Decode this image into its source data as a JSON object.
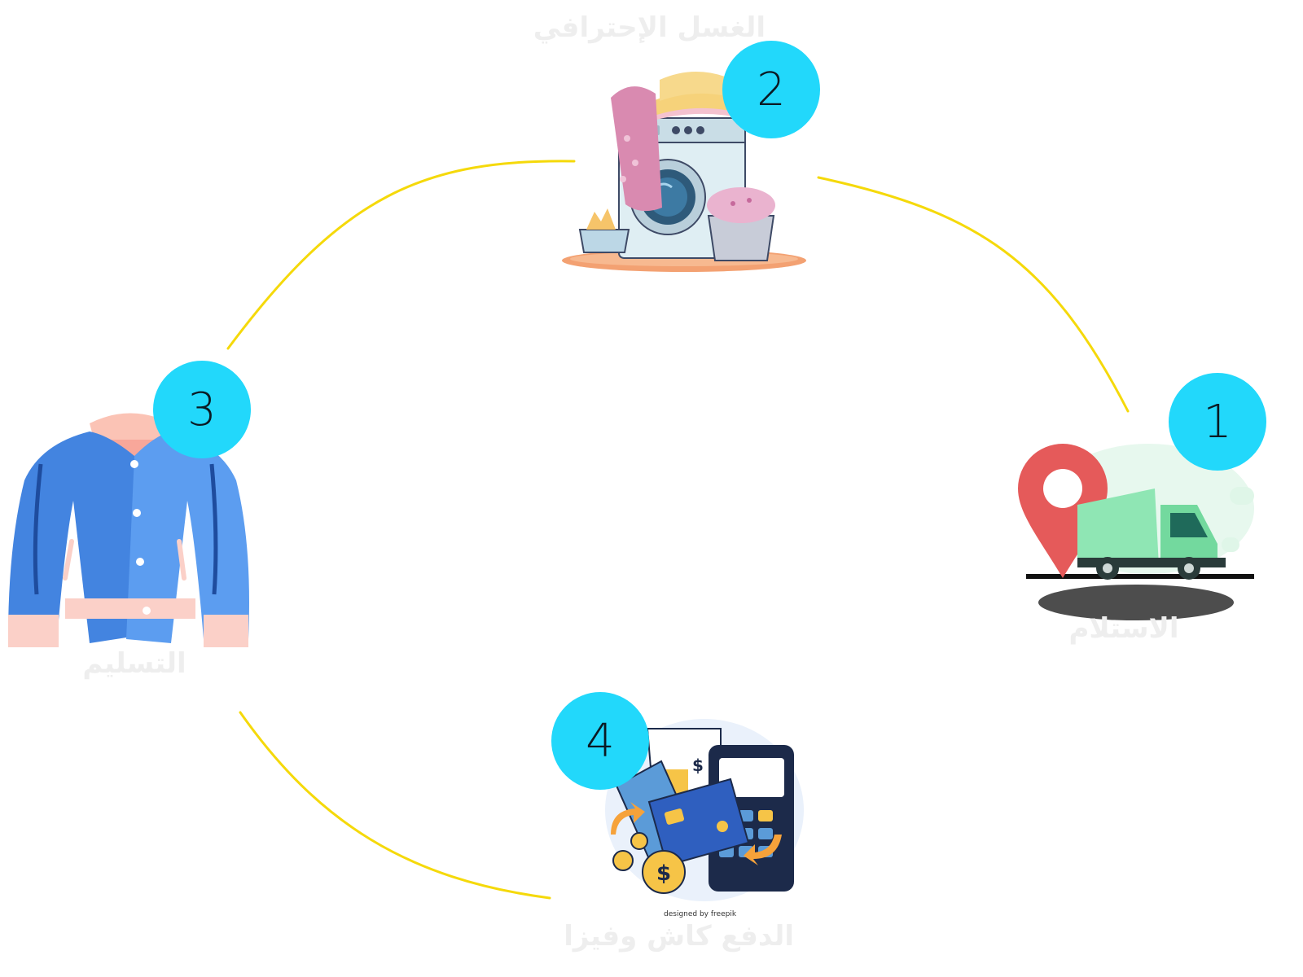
{
  "title": "الغسل الإحترافي",
  "steps": [
    {
      "number": "1",
      "label": "الاستلام",
      "icon": "delivery-truck-location-icon"
    },
    {
      "number": "2",
      "label": "الغسل الإحترافي",
      "icon": "washing-machine-laundry-icon"
    },
    {
      "number": "3",
      "label": "التسليم",
      "icon": "jacket-icon"
    },
    {
      "number": "4",
      "label": "الدفع كاش وفيزا",
      "icon": "payment-calculator-card-icon"
    }
  ],
  "credit": "designed by freepik",
  "colors": {
    "badge": "#22d8fb",
    "connector": "#f5d90a",
    "label": "#eeeeee"
  }
}
